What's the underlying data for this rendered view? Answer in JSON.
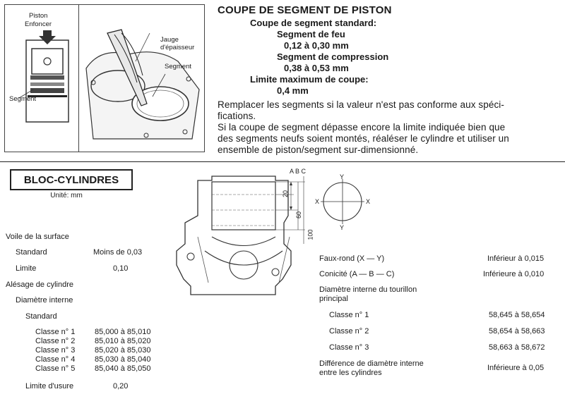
{
  "figure_left": {
    "label_piston": "Piston",
    "label_enfoncer": "Enfoncer",
    "label_segment": "Segment"
  },
  "figure_right": {
    "label_jauge_1": "Jauge",
    "label_jauge_2": "d'épaisseur",
    "label_segment": "Segment"
  },
  "piston_section": {
    "title": "COUPE DE SEGMENT DE PISTON",
    "standard_heading": "Coupe de segment standard:",
    "feu_label": "Segment de feu",
    "feu_value": "0,12 à 0,30 mm",
    "compression_label": "Segment de compression",
    "compression_value": "0,38 à 0,53 mm",
    "limit_label": "Limite maximum de coupe:",
    "limit_value": "0,4 mm",
    "paragraph_lines": [
      "Remplacer les segments si la valeur n'est pas conforme aux spéci-",
      "fications.",
      "Si la coupe de segment dépasse encore la limite indiquée bien que",
      "des segments neufs soient montés, réaléser le cylindre et utiliser un",
      "ensemble de piston/segment sur-dimensionné."
    ]
  },
  "bloc": {
    "title": "BLOC-CYLINDRES",
    "unit": "Unité: mm"
  },
  "diagram": {
    "letters": "A B C",
    "dim_20": "20",
    "dim_60": "60",
    "dim_100": "100",
    "axis_x": "X",
    "axis_y": "Y"
  },
  "left_specs": {
    "voile": "Voile de la surface",
    "standard_label": "Standard",
    "standard_value": "Moins de 0,03",
    "limite_label": "Limite",
    "limite_value": "0,10",
    "alesage": "Alésage de cylindre",
    "diametre": "Diamètre interne",
    "standard2": "Standard",
    "classes": [
      {
        "label": "Classe n° 1",
        "value": "85,000 à 85,010"
      },
      {
        "label": "Classe n° 2",
        "value": "85,010 à 85,020"
      },
      {
        "label": "Classe n° 3",
        "value": "85,020 à 85,030"
      },
      {
        "label": "Classe n° 4",
        "value": "85,030 à 85,040"
      },
      {
        "label": "Classe n° 5",
        "value": "85,040 à 85,050"
      }
    ],
    "usure_label": "Limite d'usure",
    "usure_value": "0,20"
  },
  "right_specs": {
    "faux_rond_label": "Faux-rond (X — Y)",
    "faux_rond_value": "Inférieur à 0,015",
    "conicite_label": "Conicité (A — B — C)",
    "conicite_value": "Inférieure à 0,010",
    "tourillon_1": "Diamètre interne du tourillon",
    "tourillon_2": "principal",
    "classes": [
      {
        "label": "Classe n° 1",
        "value": "58,645 à 58,654"
      },
      {
        "label": "Classe n° 2",
        "value": "58,654 à 58,663"
      },
      {
        "label": "Classe n° 3",
        "value": "58,663 à 58,672"
      }
    ],
    "diff_1": "Différence de diamètre interne",
    "diff_2": "entre les cylindres",
    "diff_value": "Inférieure à 0,05"
  }
}
